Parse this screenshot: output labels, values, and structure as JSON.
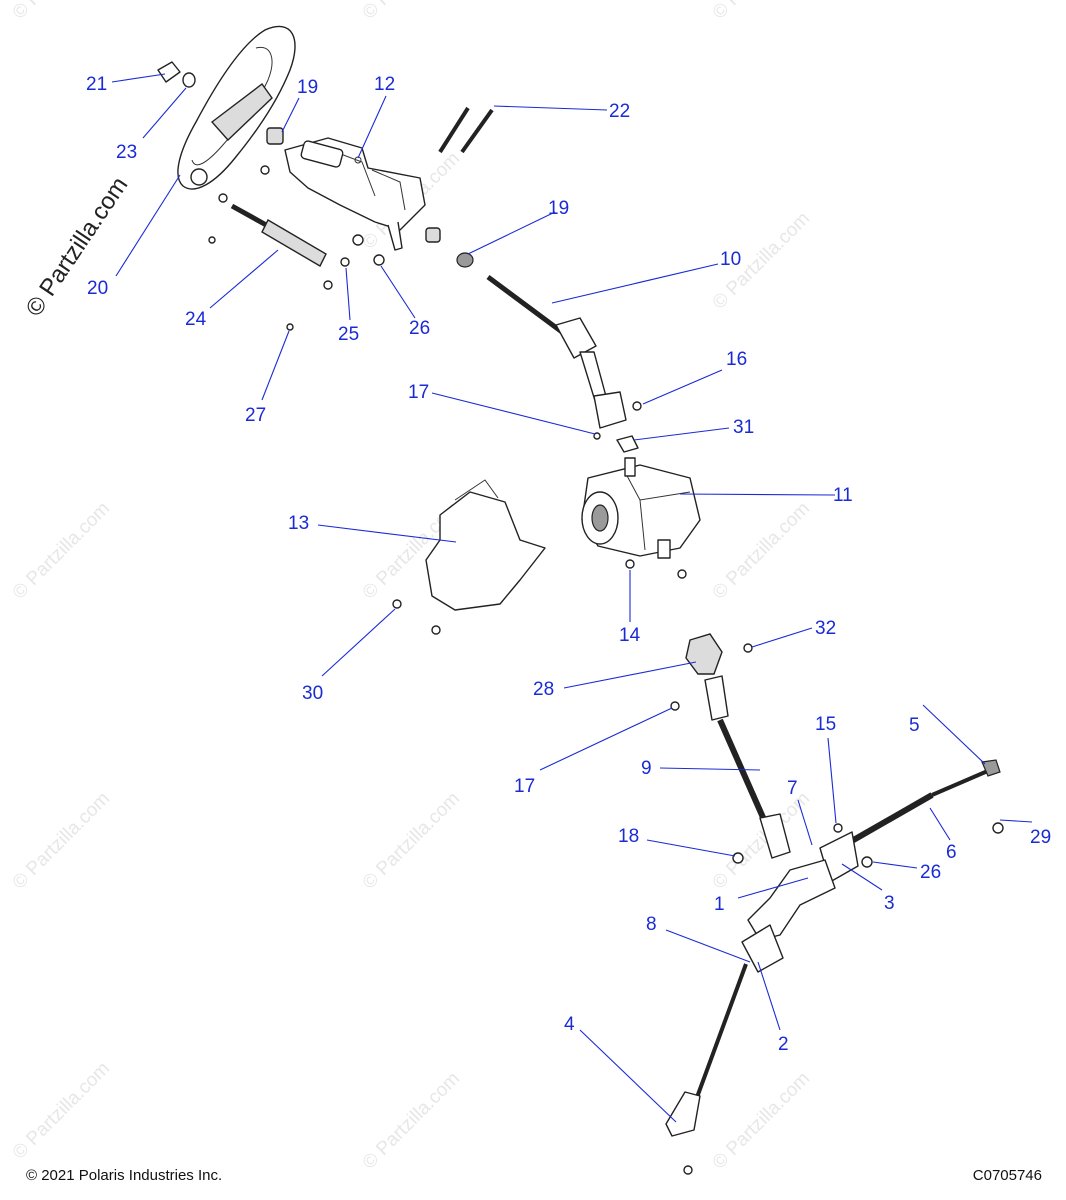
{
  "watermark": {
    "small": "© Partzilla.com",
    "large": "© Partzilla.com"
  },
  "callouts": {
    "c1": "1",
    "c2": "2",
    "c3": "3",
    "c4": "4",
    "c5": "5",
    "c6": "6",
    "c7": "7",
    "c8": "8",
    "c9": "9",
    "c10": "10",
    "c11": "11",
    "c12": "12",
    "c13": "13",
    "c14": "14",
    "c15": "15",
    "c16": "16",
    "c17a": "17",
    "c17b": "17",
    "c18": "18",
    "c19a": "19",
    "c19b": "19",
    "c20": "20",
    "c21": "21",
    "c22": "22",
    "c23": "23",
    "c24": "24",
    "c25": "25",
    "c26a": "26",
    "c26b": "26",
    "c27": "27",
    "c28": "28",
    "c29": "29",
    "c30": "30",
    "c31": "31",
    "c32": "32"
  },
  "footer": {
    "copyright": "© 2021 Polaris Industries Inc.",
    "code": "C0705746"
  }
}
